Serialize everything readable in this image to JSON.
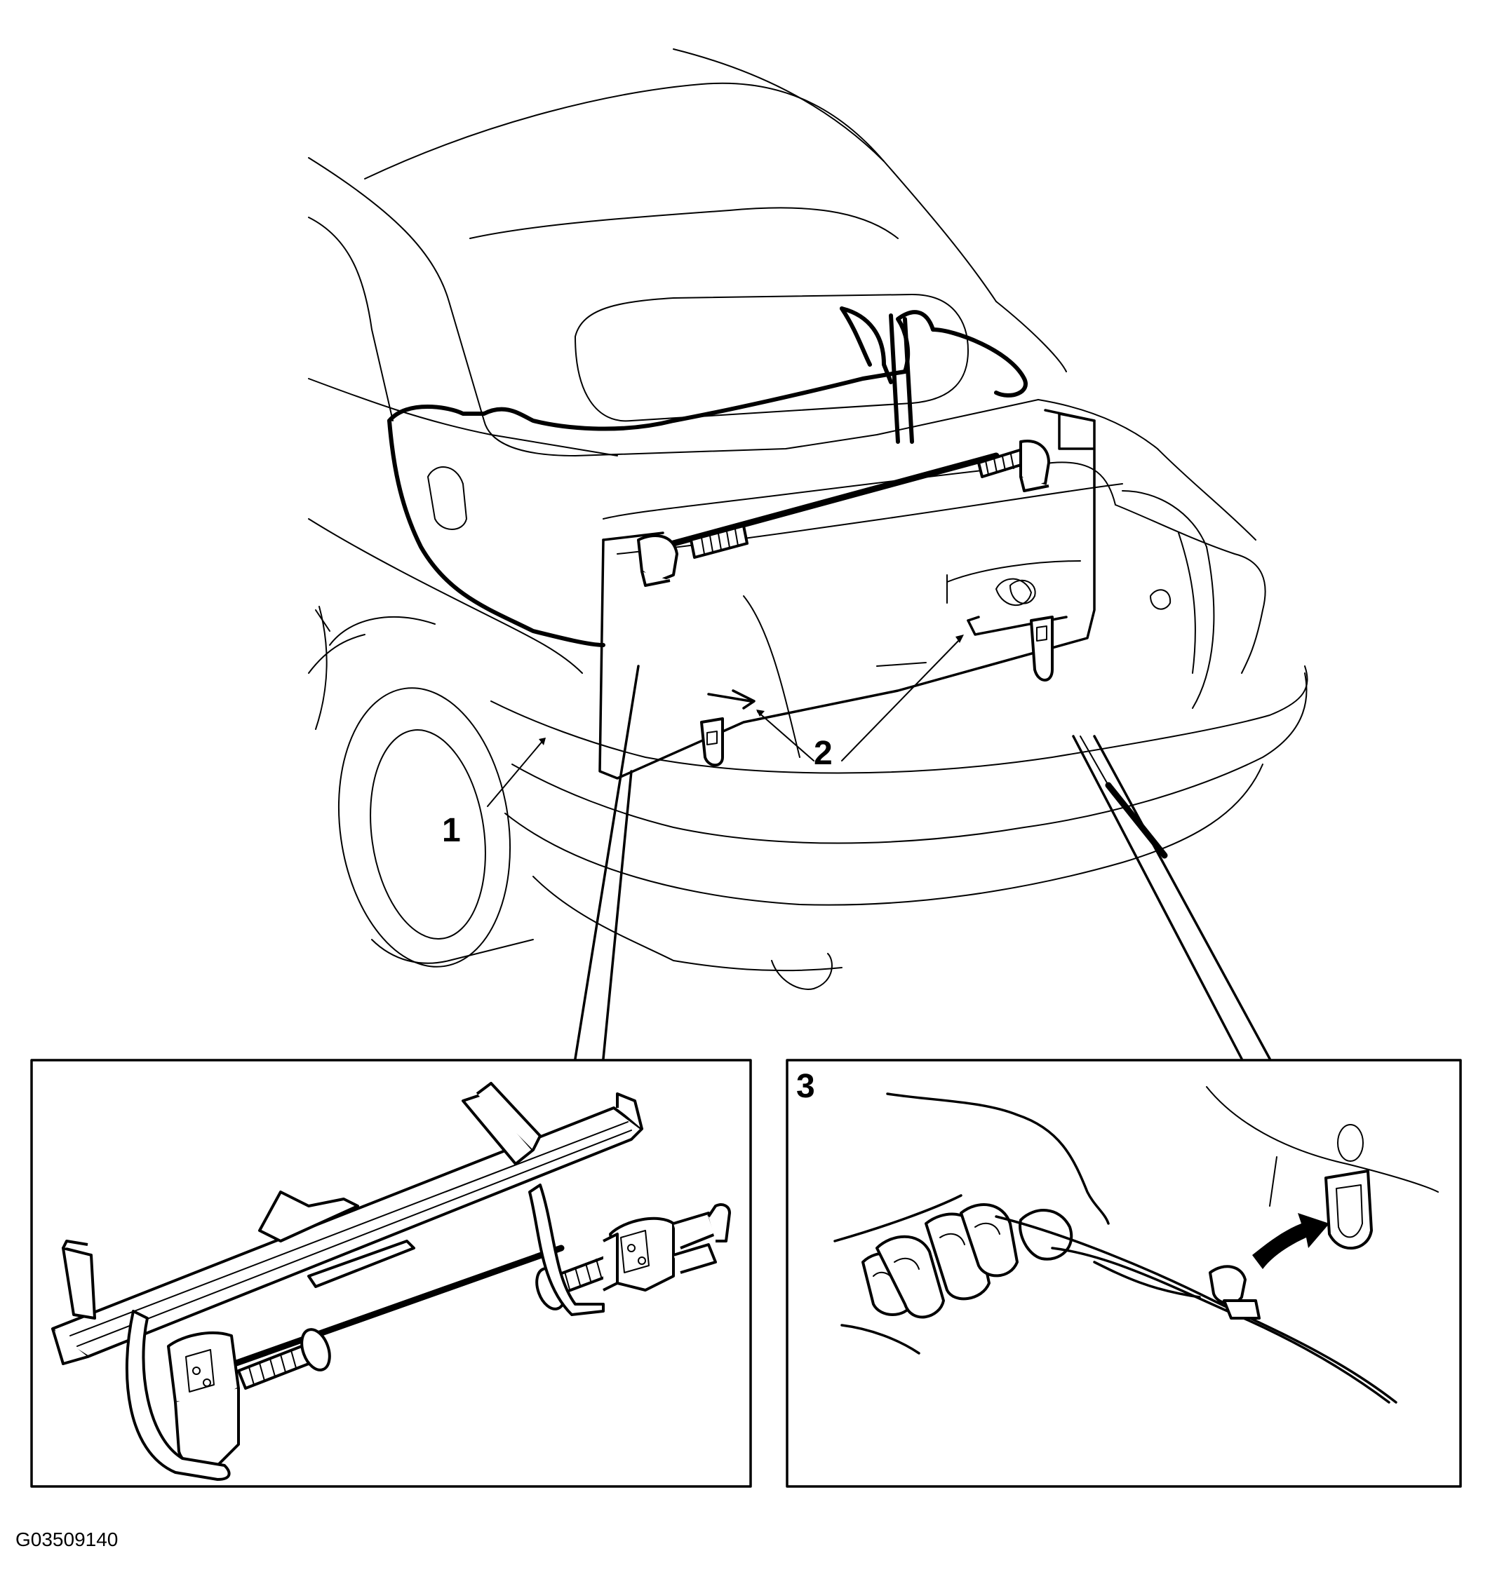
{
  "figure": {
    "callouts": [
      "1",
      "2",
      "3"
    ],
    "figure_id": "G03509140"
  },
  "detail_views": [
    {
      "name": "hinge-mechanism-detail"
    },
    {
      "name": "tool-hook-detail",
      "label": "3"
    }
  ],
  "icons": [
    "arrow-icon",
    "hand-icon",
    "tool-icon",
    "hook-icon"
  ]
}
